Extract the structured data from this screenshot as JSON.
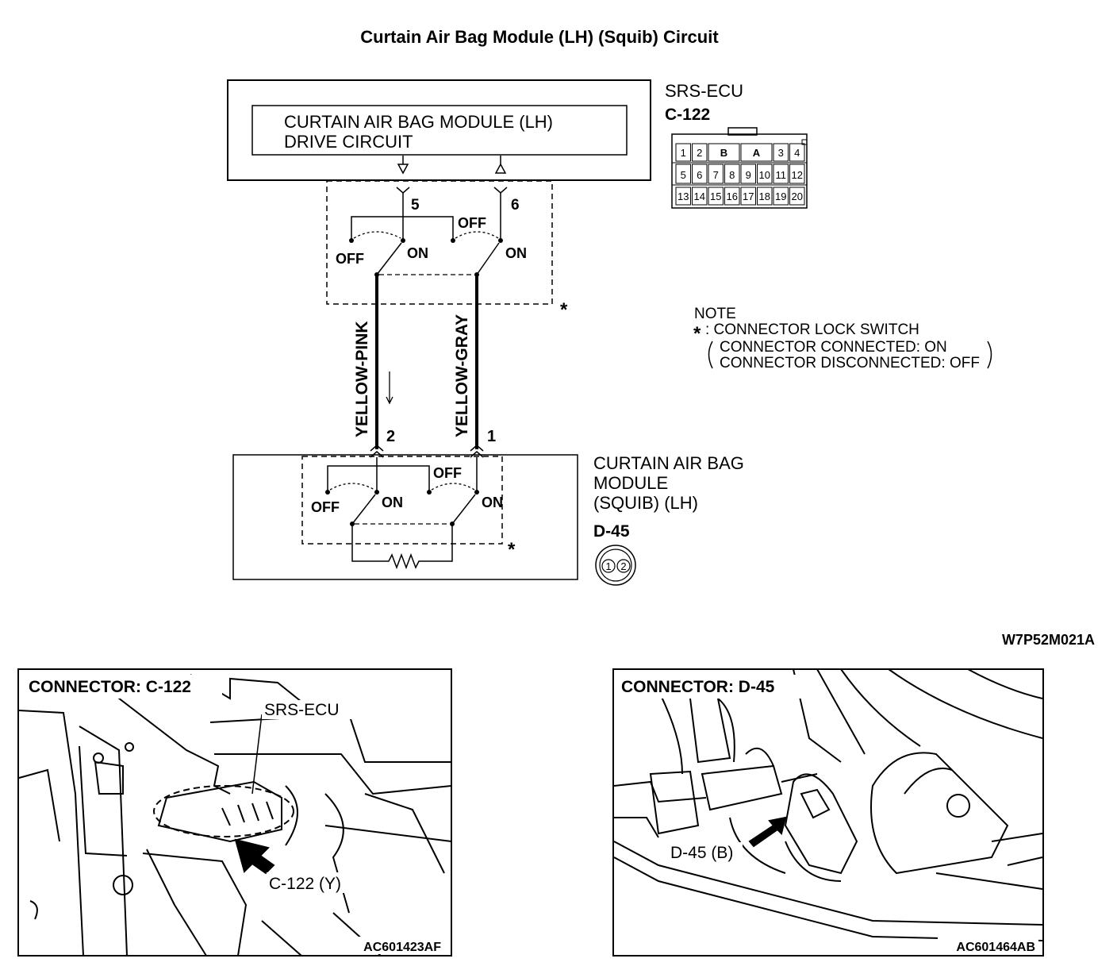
{
  "title": "Curtain Air Bag Module (LH) (Squib) Circuit",
  "ecu": {
    "name": "SRS-ECU",
    "connector": "C-122",
    "drive_circuit_line1": "CURTAIN AIR BAG MODULE (LH)",
    "drive_circuit_line2": "DRIVE CIRCUIT",
    "terminal_left": "5",
    "terminal_right": "6",
    "pins_row1": [
      "1",
      "2",
      "B",
      "A",
      "3",
      "4"
    ],
    "pins_row2": [
      "5",
      "6",
      "7",
      "8",
      "9",
      "10",
      "11",
      "12"
    ],
    "pins_row3": [
      "13",
      "14",
      "15",
      "16",
      "17",
      "18",
      "19",
      "20"
    ]
  },
  "switch_labels": {
    "off": "OFF",
    "on": "ON",
    "asterisk": "*"
  },
  "wires": {
    "left_color": "YELLOW-PINK",
    "right_color": "YELLOW-GRAY",
    "left_terminal": "2",
    "right_terminal": "1"
  },
  "module": {
    "line1": "CURTAIN AIR BAG",
    "line2": "MODULE",
    "line3": "(SQUIB) (LH)",
    "connector": "D-45",
    "pin_left": "1",
    "pin_right": "2"
  },
  "note": {
    "heading": "NOTE",
    "asterisk": "*",
    "line1": ": CONNECTOR LOCK SWITCH",
    "line2": "CONNECTOR CONNECTED: ON",
    "line3": "CONNECTOR DISCONNECTED: OFF"
  },
  "figure_code": "W7P52M021A",
  "photo_left": {
    "heading": "CONNECTOR: C-122",
    "label_ecu": "SRS-ECU",
    "label_connector": "C-122 (Y)",
    "code": "AC601423AF"
  },
  "photo_right": {
    "heading": "CONNECTOR: D-45",
    "label_connector": "D-45 (B)",
    "code": "AC601464AB"
  }
}
